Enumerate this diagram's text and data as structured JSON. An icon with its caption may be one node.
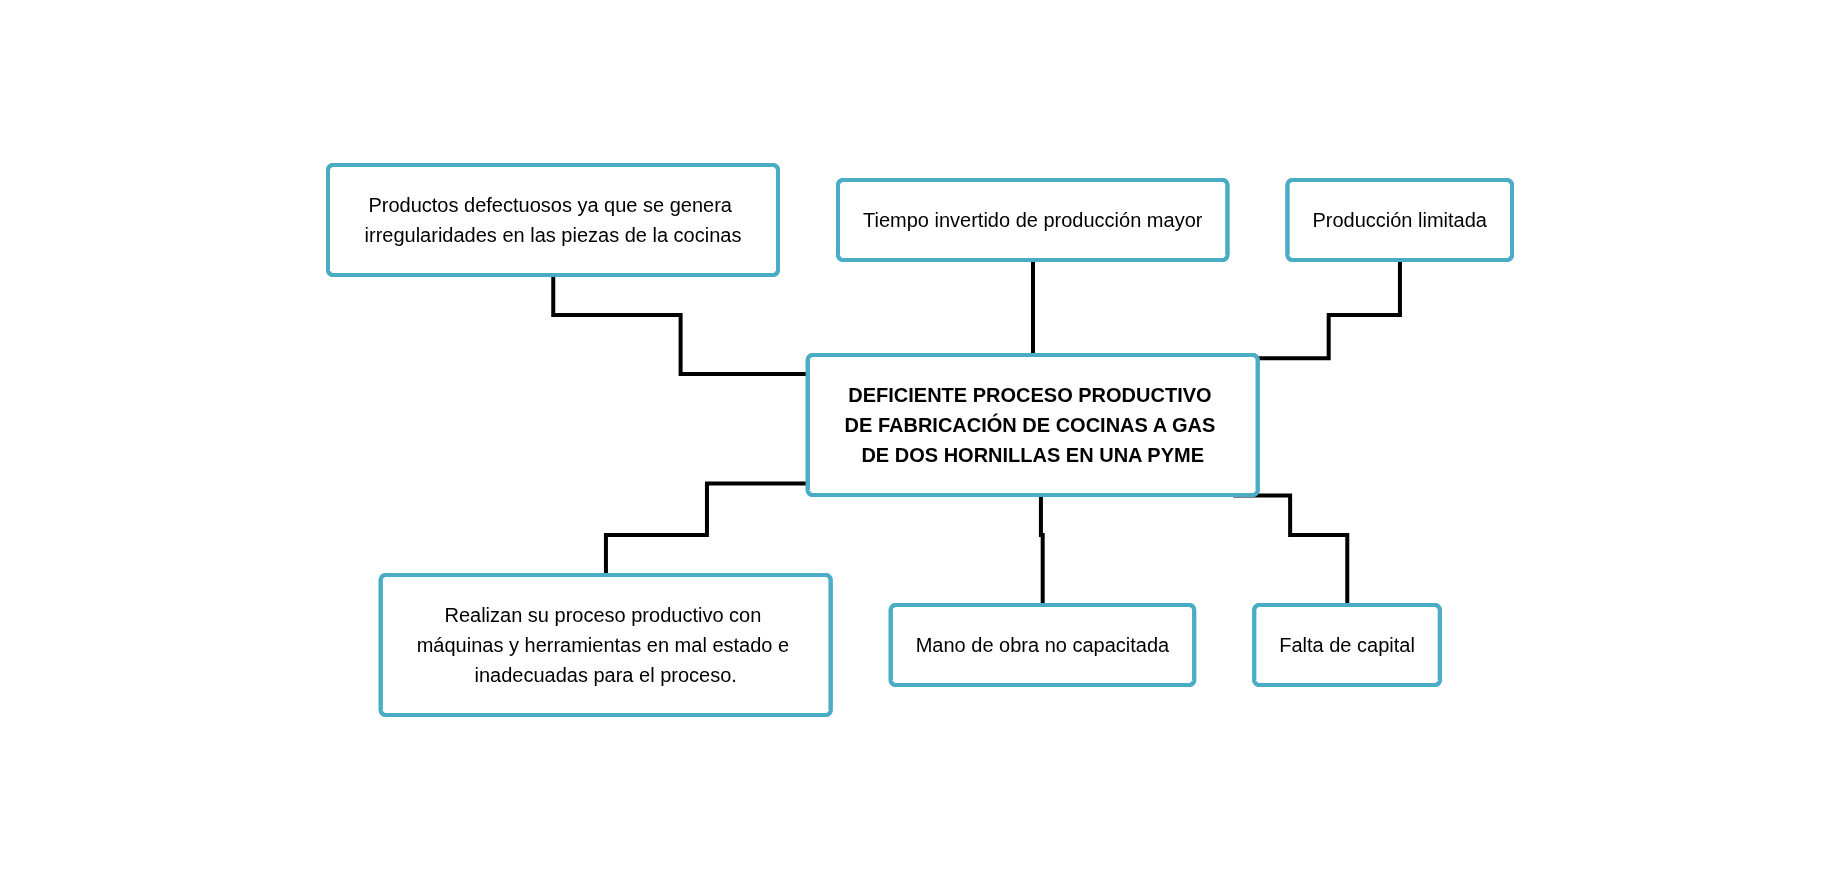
{
  "diagram": {
    "nodes": [
      {
        "text": [
          "Productos defectuosos ya que se genera irregularidades en las piezas de la cocinas"
        ]
      },
      {
        "text": [
          "Tiempo invertido de producción mayor"
        ]
      },
      {
        "text": [
          "Producción limitada"
        ]
      },
      {
        "text": [
          "DEFICIENTE PROCESO PRODUCTIVO DE FABRICACIÓN DE COCINAS A GAS DE DOS HORNILLAS EN UNA PYME"
        ]
      },
      {
        "text": [
          "Realizan su proceso productivo con máquinas y herramientas en mal estado e inadecuadas para el proceso."
        ]
      },
      {
        "text": [
          "Mano de obra no capacitada"
        ]
      },
      {
        "text": [
          "Falta de capital"
        ]
      }
    ],
    "edges": [
      {
        "from": 0,
        "to": 3,
        "arrow": "none"
      },
      {
        "from": 1,
        "to": 3,
        "arrow": "none"
      },
      {
        "from": 2,
        "to": 3,
        "arrow": "none"
      },
      {
        "from": 3,
        "to": 4,
        "arrow": "none"
      },
      {
        "from": 3,
        "to": 5,
        "arrow": "none"
      },
      {
        "from": 3,
        "to": 6,
        "arrow": "none"
      }
    ]
  }
}
